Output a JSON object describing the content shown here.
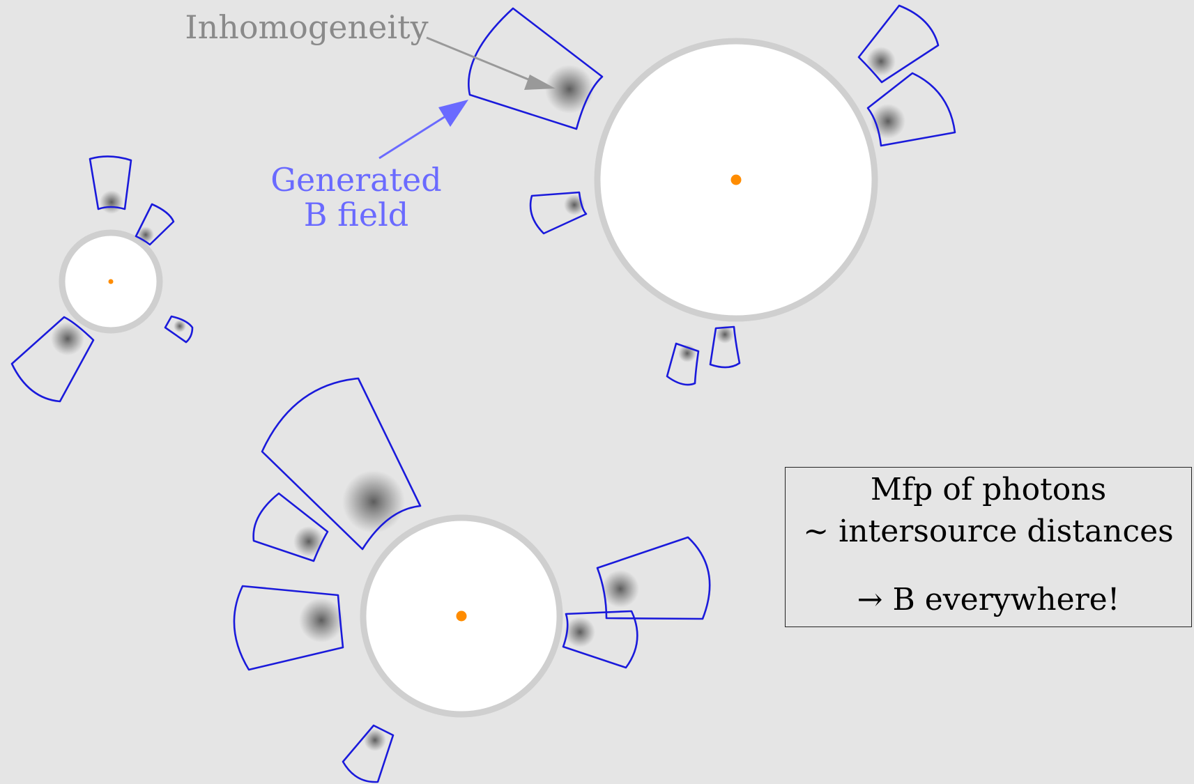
{
  "labels": {
    "inhomogeneity": "Inhomogeneity",
    "generated_line1": "Generated",
    "generated_line2": "B field"
  },
  "note": {
    "line1": "Mfp of photons",
    "line2": "~ intersource distances",
    "line3": "→ B everywhere!"
  },
  "colors": {
    "background": "#e5e5e5",
    "source_disk": "#ffffff",
    "disk_ring": "#cfcfcf",
    "source_dot": "#ff8c00",
    "field_outline": "#1a1adb",
    "blob": "#555555",
    "inhomogeneity_label": "#8a8a8a",
    "generated_label": "#6a6aff"
  }
}
